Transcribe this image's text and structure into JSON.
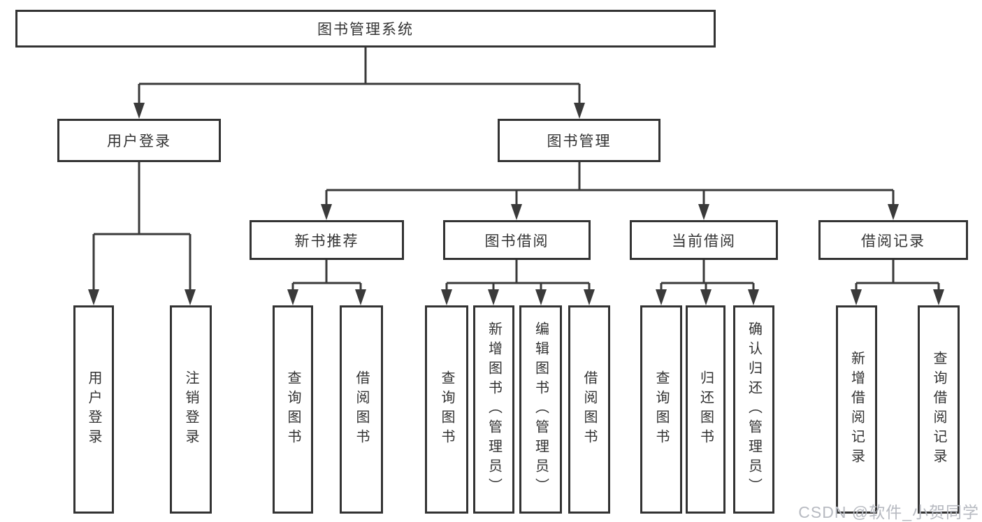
{
  "diagram": {
    "type": "tree",
    "title": "图书管理系统",
    "watermark": "CSDN @软件_小贺同学",
    "colors": {
      "border": "#333333",
      "line": "#3a3a3a",
      "text": "#333333",
      "watermark": "#b7bac1",
      "background": "#ffffff"
    },
    "nodes": {
      "root": {
        "label": "图书管理系统"
      },
      "login": {
        "label": "用户登录"
      },
      "mgmt": {
        "label": "图书管理"
      },
      "rec": {
        "label": "新书推荐"
      },
      "borrow": {
        "label": "图书借阅"
      },
      "current": {
        "label": "当前借阅"
      },
      "records": {
        "label": "借阅记录"
      },
      "login_user": {
        "label": "用户登录"
      },
      "login_out": {
        "label": "注销登录"
      },
      "rec_query": {
        "label": "查询图书"
      },
      "rec_borrow": {
        "label": "借阅图书"
      },
      "bor_query": {
        "label": "查询图书"
      },
      "bor_add": {
        "label": "新增图书（管理员）"
      },
      "bor_edit": {
        "label": "编辑图书（管理员）"
      },
      "bor_borrow": {
        "label": "借阅图书"
      },
      "cur_query": {
        "label": "查询图书"
      },
      "cur_return": {
        "label": "归还图书"
      },
      "cur_confirm": {
        "label": "确认归还（管理员）"
      },
      "recd_add": {
        "label": "新增借阅记录"
      },
      "recd_query": {
        "label": "查询借阅记录"
      }
    },
    "hierarchy": {
      "图书管理系统": {
        "用户登录": [
          "用户登录",
          "注销登录"
        ],
        "图书管理": {
          "新书推荐": [
            "查询图书",
            "借阅图书"
          ],
          "图书借阅": [
            "查询图书",
            "新增图书（管理员）",
            "编辑图书（管理员）",
            "借阅图书"
          ],
          "当前借阅": [
            "查询图书",
            "归还图书",
            "确认归还（管理员）"
          ],
          "借阅记录": [
            "新增借阅记录",
            "查询借阅记录"
          ]
        }
      }
    }
  }
}
